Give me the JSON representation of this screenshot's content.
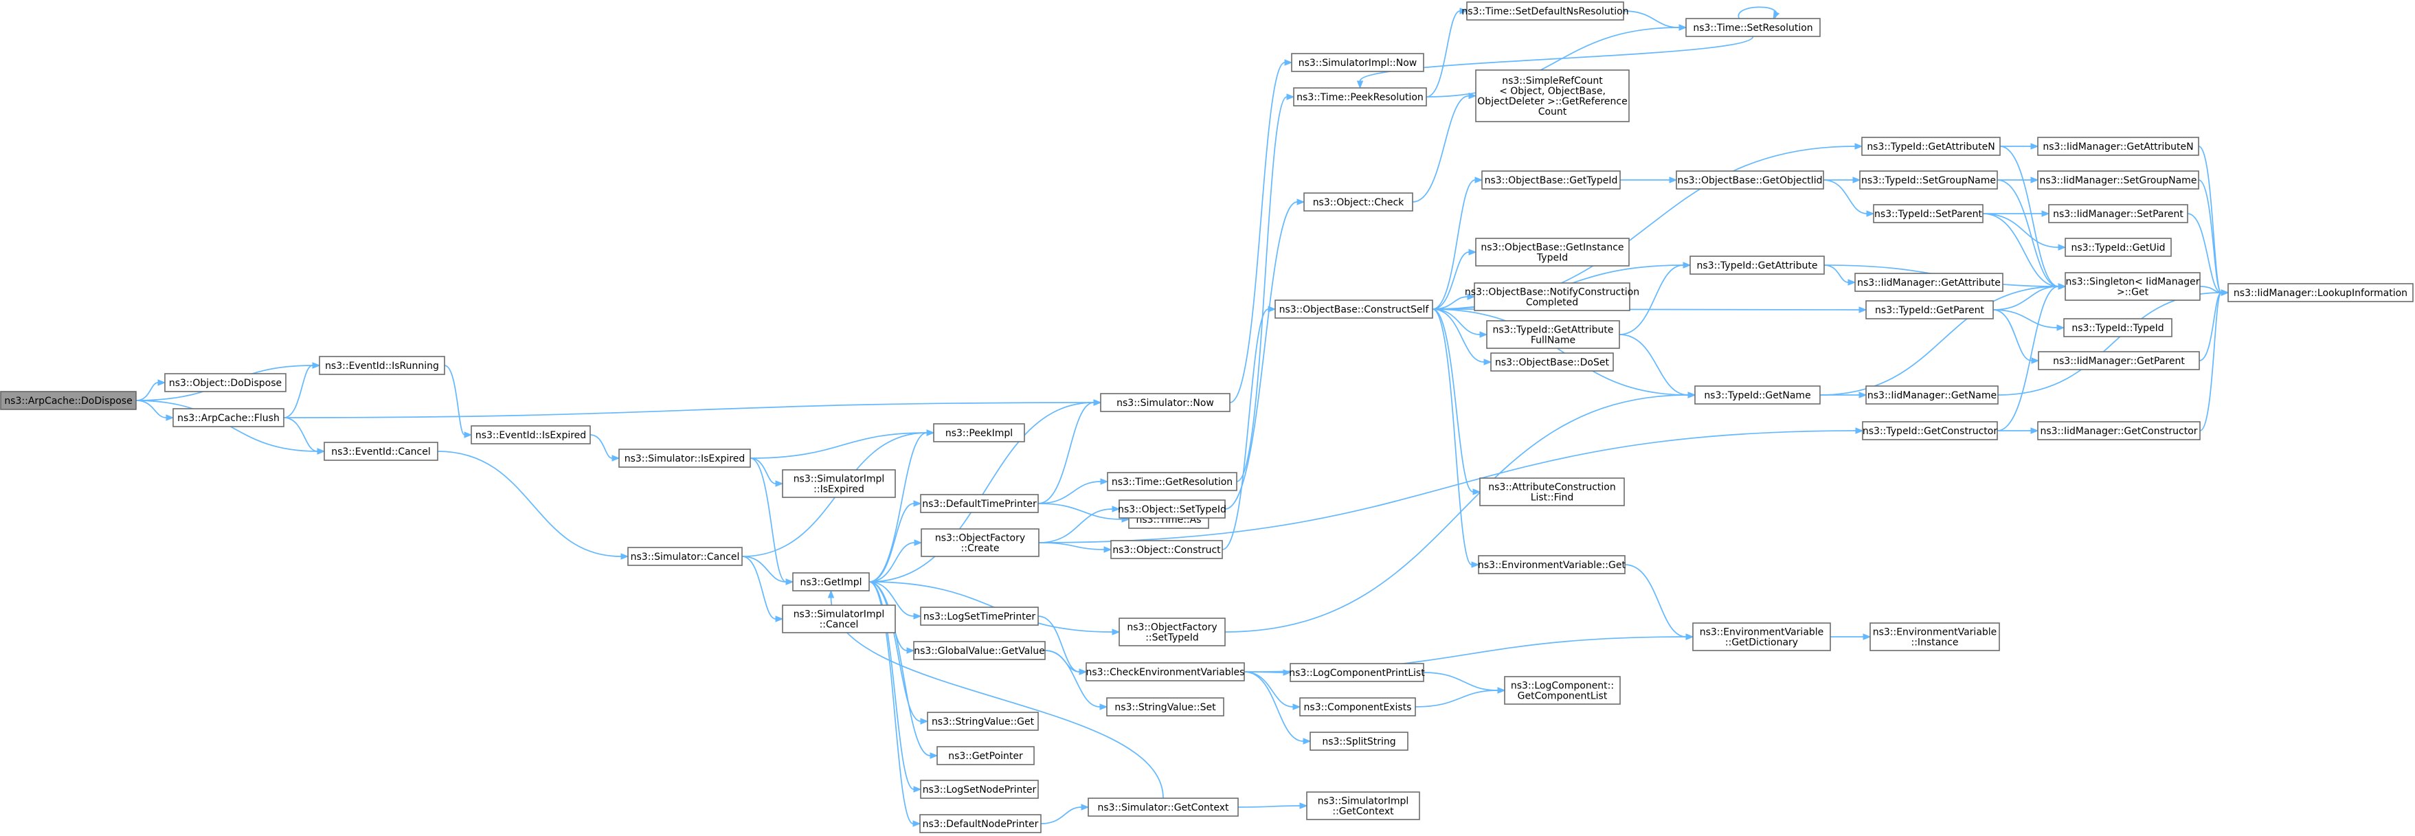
{
  "diagram": {
    "nodes": [
      {
        "id": "root",
        "lines": [
          "ns3::ArpCache::DoDispose"
        ],
        "highlight": true
      },
      {
        "id": "objdd",
        "lines": [
          "ns3::Object::DoDispose"
        ]
      },
      {
        "id": "isrun",
        "lines": [
          "ns3::EventId::IsRunning"
        ]
      },
      {
        "id": "flush",
        "lines": [
          "ns3::ArpCache::Flush"
        ]
      },
      {
        "id": "cancel",
        "lines": [
          "ns3::EventId::Cancel"
        ]
      },
      {
        "id": "isexp",
        "lines": [
          "ns3::EventId::IsExpired"
        ]
      },
      {
        "id": "simisexp",
        "lines": [
          "ns3::Simulator::IsExpired"
        ]
      },
      {
        "id": "simimplisexp",
        "lines": [
          "ns3::SimulatorImpl",
          "::IsExpired"
        ]
      },
      {
        "id": "simcancel",
        "lines": [
          "ns3::Simulator::Cancel"
        ]
      },
      {
        "id": "simimplcancel",
        "lines": [
          "ns3::SimulatorImpl",
          "::Cancel"
        ]
      },
      {
        "id": "getimpl",
        "lines": [
          "ns3::GetImpl"
        ]
      },
      {
        "id": "peekimpl",
        "lines": [
          "ns3::PeekImpl"
        ]
      },
      {
        "id": "simnow",
        "lines": [
          "ns3::Simulator::Now"
        ]
      },
      {
        "id": "deftp",
        "lines": [
          "ns3::DefaultTimePrinter"
        ]
      },
      {
        "id": "timegetres",
        "lines": [
          "ns3::Time::GetResolution"
        ]
      },
      {
        "id": "timeas",
        "lines": [
          "ns3::Time::As"
        ]
      },
      {
        "id": "ofcreate",
        "lines": [
          "ns3::ObjectFactory",
          "::Create"
        ]
      },
      {
        "id": "objsettid",
        "lines": [
          "ns3::Object::SetTypeId"
        ]
      },
      {
        "id": "objconstruct",
        "lines": [
          "ns3::Object::Construct"
        ]
      },
      {
        "id": "ofsettid",
        "lines": [
          "ns3::ObjectFactory",
          "::SetTypeId"
        ]
      },
      {
        "id": "logstp",
        "lines": [
          "ns3::LogSetTimePrinter"
        ]
      },
      {
        "id": "gvgetvalue",
        "lines": [
          "ns3::GlobalValue::GetValue"
        ]
      },
      {
        "id": "checkenv",
        "lines": [
          "ns3::CheckEnvironmentVariables"
        ]
      },
      {
        "id": "strset",
        "lines": [
          "ns3::StringValue::Set"
        ]
      },
      {
        "id": "strget",
        "lines": [
          "ns3::StringValue::Get"
        ]
      },
      {
        "id": "getptr",
        "lines": [
          "ns3::GetPointer"
        ]
      },
      {
        "id": "logsnp",
        "lines": [
          "ns3::LogSetNodePrinter"
        ]
      },
      {
        "id": "defnp",
        "lines": [
          "ns3::DefaultNodePrinter"
        ]
      },
      {
        "id": "simgetctx",
        "lines": [
          "ns3::Simulator::GetContext"
        ]
      },
      {
        "id": "simimplgetctx",
        "lines": [
          "ns3::SimulatorImpl",
          "::GetContext"
        ]
      },
      {
        "id": "simimplnow",
        "lines": [
          "ns3::SimulatorImpl::Now"
        ]
      },
      {
        "id": "timepeekres",
        "lines": [
          "ns3::Time::PeekResolution"
        ]
      },
      {
        "id": "timesetdef",
        "lines": [
          "ns3::Time::SetDefaultNsResolution"
        ]
      },
      {
        "id": "timesetres",
        "lines": [
          "ns3::Time::SetResolution"
        ]
      },
      {
        "id": "objcheck",
        "lines": [
          "ns3::Object::Check"
        ]
      },
      {
        "id": "simplerefcnt",
        "lines": [
          "ns3::SimpleRefCount",
          "< Object, ObjectBase,",
          "ObjectDeleter >::GetReference",
          "Count"
        ]
      },
      {
        "id": "obconstructself",
        "lines": [
          "ns3::ObjectBase::ConstructSelf"
        ]
      },
      {
        "id": "obgettid",
        "lines": [
          "ns3::ObjectBase::GetTypeId"
        ]
      },
      {
        "id": "obgetinst",
        "lines": [
          "ns3::ObjectBase::GetInstance",
          "TypeId"
        ]
      },
      {
        "id": "obnotify",
        "lines": [
          "ns3::ObjectBase::NotifyConstruction",
          "Completed"
        ]
      },
      {
        "id": "tidgetattrfull",
        "lines": [
          "ns3::TypeId::GetAttribute",
          "FullName"
        ]
      },
      {
        "id": "obdoset",
        "lines": [
          "ns3::ObjectBase::DoSet"
        ]
      },
      {
        "id": "attrfind",
        "lines": [
          "ns3::AttributeConstruction",
          "List::Find"
        ]
      },
      {
        "id": "envget",
        "lines": [
          "ns3::EnvironmentVariable::Get"
        ]
      },
      {
        "id": "envgetdict",
        "lines": [
          "ns3::EnvironmentVariable",
          "::GetDictionary"
        ]
      },
      {
        "id": "envinst",
        "lines": [
          "ns3::EnvironmentVariable",
          "::Instance"
        ]
      },
      {
        "id": "logcpl",
        "lines": [
          "ns3::LogComponentPrintList"
        ]
      },
      {
        "id": "compexists",
        "lines": [
          "ns3::ComponentExists"
        ]
      },
      {
        "id": "splitstr",
        "lines": [
          "ns3::SplitString"
        ]
      },
      {
        "id": "logcgetlist",
        "lines": [
          "ns3::LogComponent::",
          "GetComponentList"
        ]
      },
      {
        "id": "obgetoid",
        "lines": [
          "ns3::ObjectBase::GetObjectIid"
        ]
      },
      {
        "id": "tidgetattrn",
        "lines": [
          "ns3::TypeId::GetAttributeN"
        ]
      },
      {
        "id": "tidsetgroup",
        "lines": [
          "ns3::TypeId::SetGroupName"
        ]
      },
      {
        "id": "tidsetparent",
        "lines": [
          "ns3::TypeId::SetParent"
        ]
      },
      {
        "id": "tidgetattr",
        "lines": [
          "ns3::TypeId::GetAttribute"
        ]
      },
      {
        "id": "tidgetparent",
        "lines": [
          "ns3::TypeId::GetParent"
        ]
      },
      {
        "id": "tidgetname",
        "lines": [
          "ns3::TypeId::GetName"
        ]
      },
      {
        "id": "tidgetctor",
        "lines": [
          "ns3::TypeId::GetConstructor"
        ]
      },
      {
        "id": "iidgetattrn",
        "lines": [
          "ns3::IidManager::GetAttributeN"
        ]
      },
      {
        "id": "iidsetgroup",
        "lines": [
          "ns3::IidManager::SetGroupName"
        ]
      },
      {
        "id": "iidsetparent",
        "lines": [
          "ns3::IidManager::SetParent"
        ]
      },
      {
        "id": "tidgetuid",
        "lines": [
          "ns3::TypeId::GetUid"
        ]
      },
      {
        "id": "iidgetattr",
        "lines": [
          "ns3::IidManager::GetAttribute"
        ]
      },
      {
        "id": "singleton",
        "lines": [
          "ns3::Singleton< IidManager",
          ">::Get"
        ]
      },
      {
        "id": "tidtypeid",
        "lines": [
          "ns3::TypeId::TypeId"
        ]
      },
      {
        "id": "iidgetparent",
        "lines": [
          "ns3::IidManager::GetParent"
        ]
      },
      {
        "id": "iidgetname",
        "lines": [
          "ns3::IidManager::GetName"
        ]
      },
      {
        "id": "iidgetctor",
        "lines": [
          "ns3::IidManager::GetConstructor"
        ]
      },
      {
        "id": "iidlookup",
        "lines": [
          "ns3::IidManager::LookupInformation"
        ]
      }
    ],
    "edges": [
      [
        "root",
        "objdd"
      ],
      [
        "root",
        "isrun"
      ],
      [
        "root",
        "flush"
      ],
      [
        "root",
        "cancel"
      ],
      [
        "flush",
        "isrun"
      ],
      [
        "flush",
        "cancel"
      ],
      [
        "flush",
        "simnow"
      ],
      [
        "isrun",
        "isexp"
      ],
      [
        "isexp",
        "simisexp"
      ],
      [
        "simisexp",
        "simimplisexp"
      ],
      [
        "simisexp",
        "getimpl"
      ],
      [
        "simisexp",
        "peekimpl"
      ],
      [
        "cancel",
        "simcancel"
      ],
      [
        "simcancel",
        "simimplcancel"
      ],
      [
        "simcancel",
        "getimpl"
      ],
      [
        "simcancel",
        "peekimpl"
      ],
      [
        "getimpl",
        "peekimpl"
      ],
      [
        "getimpl",
        "simnow"
      ],
      [
        "getimpl",
        "deftp"
      ],
      [
        "getimpl",
        "ofcreate"
      ],
      [
        "getimpl",
        "ofsettid"
      ],
      [
        "getimpl",
        "logstp"
      ],
      [
        "getimpl",
        "gvgetvalue"
      ],
      [
        "getimpl",
        "strget"
      ],
      [
        "getimpl",
        "getptr"
      ],
      [
        "getimpl",
        "logsnp"
      ],
      [
        "getimpl",
        "defnp"
      ],
      [
        "deftp",
        "simnow"
      ],
      [
        "deftp",
        "timegetres"
      ],
      [
        "deftp",
        "timeas"
      ],
      [
        "simnow",
        "simimplnow"
      ],
      [
        "timegetres",
        "timepeekres"
      ],
      [
        "timepeekres",
        "timesetdef"
      ],
      [
        "timepeekres",
        "timesetres"
      ],
      [
        "timesetdef",
        "timesetres"
      ],
      [
        "timesetres",
        "timesetres"
      ],
      [
        "timesetres",
        "timepeekres"
      ],
      [
        "ofcreate",
        "objsettid"
      ],
      [
        "ofcreate",
        "objconstruct"
      ],
      [
        "ofcreate",
        "tidgetctor"
      ],
      [
        "objsettid",
        "objcheck"
      ],
      [
        "objconstruct",
        "obconstructself"
      ],
      [
        "objcheck",
        "simplerefcnt"
      ],
      [
        "ofsettid",
        "tidgetname"
      ],
      [
        "logstp",
        "checkenv"
      ],
      [
        "gvgetvalue",
        "strset"
      ],
      [
        "gvgetvalue",
        "checkenv"
      ],
      [
        "defnp",
        "simgetctx"
      ],
      [
        "simgetctx",
        "simimplgetctx"
      ],
      [
        "simgetctx",
        "getimpl"
      ],
      [
        "checkenv",
        "envgetdict"
      ],
      [
        "checkenv",
        "logcpl"
      ],
      [
        "checkenv",
        "compexists"
      ],
      [
        "checkenv",
        "splitstr"
      ],
      [
        "logcpl",
        "logcgetlist"
      ],
      [
        "compexists",
        "logcgetlist"
      ],
      [
        "obconstructself",
        "tidgetattrn"
      ],
      [
        "obconstructself",
        "obgettid"
      ],
      [
        "obconstructself",
        "obgetinst"
      ],
      [
        "obconstructself",
        "obnotify"
      ],
      [
        "obconstructself",
        "tidgetattr"
      ],
      [
        "obconstructself",
        "tidgetparent"
      ],
      [
        "obconstructself",
        "tidgetattrfull"
      ],
      [
        "obconstructself",
        "tidgetname"
      ],
      [
        "obconstructself",
        "obdoset"
      ],
      [
        "obconstructself",
        "attrfind"
      ],
      [
        "obconstructself",
        "envget"
      ],
      [
        "envget",
        "envgetdict"
      ],
      [
        "envgetdict",
        "envinst"
      ],
      [
        "obgettid",
        "obgetoid"
      ],
      [
        "obgetoid",
        "tidsetgroup"
      ],
      [
        "obgetoid",
        "tidsetparent"
      ],
      [
        "tidgetattrfull",
        "tidgetattr"
      ],
      [
        "tidgetattrfull",
        "tidgetname"
      ],
      [
        "tidgetattrn",
        "iidgetattrn"
      ],
      [
        "tidgetattrn",
        "singleton"
      ],
      [
        "tidsetgroup",
        "iidsetgroup"
      ],
      [
        "tidsetgroup",
        "singleton"
      ],
      [
        "tidsetparent",
        "iidsetparent"
      ],
      [
        "tidsetparent",
        "tidgetuid"
      ],
      [
        "tidsetparent",
        "singleton"
      ],
      [
        "tidgetattr",
        "iidgetattr"
      ],
      [
        "tidgetattr",
        "singleton"
      ],
      [
        "tidgetparent",
        "tidtypeid"
      ],
      [
        "tidgetparent",
        "iidgetparent"
      ],
      [
        "tidgetparent",
        "singleton"
      ],
      [
        "tidgetname",
        "iidgetname"
      ],
      [
        "tidgetname",
        "singleton"
      ],
      [
        "tidgetctor",
        "iidgetctor"
      ],
      [
        "tidgetctor",
        "singleton"
      ],
      [
        "iidgetattrn",
        "iidlookup"
      ],
      [
        "iidsetgroup",
        "iidlookup"
      ],
      [
        "iidsetparent",
        "iidlookup"
      ],
      [
        "iidgetparent",
        "iidlookup"
      ],
      [
        "iidgetname",
        "iidlookup"
      ],
      [
        "iidgetctor",
        "iidlookup"
      ],
      [
        "singleton",
        "iidlookup"
      ]
    ]
  }
}
